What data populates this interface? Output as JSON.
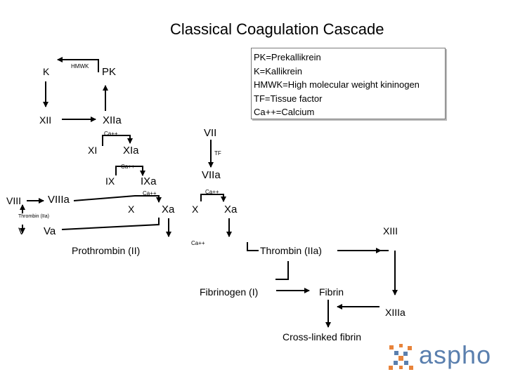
{
  "title": "Classical Coagulation Cascade",
  "legend": [
    "PK=Prekallikrein",
    "K=Kallikrein",
    "HMWK=High molecular weight kininogen",
    "TF=Tissue factor",
    "Ca++=Calcium"
  ],
  "nodes": {
    "K": "K",
    "HMWK": "HMWK",
    "PK": "PK",
    "XII": "XII",
    "XIIa": "XIIa",
    "ca1": "Ca++",
    "XI": "XI",
    "XIa": "XIa",
    "ca2": "Ca++",
    "IX": "IX",
    "IXa": "IXa",
    "VII": "VII",
    "TF": "TF",
    "VIIa": "VIIa",
    "VIII": "VIII",
    "VIIIa": "VIIIa",
    "ca3": "Ca++",
    "X1": "X",
    "Xa1": "Xa",
    "ca4": "Ca++",
    "X2": "X",
    "Xa2": "Xa",
    "thrombin_small": "Thrombin (IIa)",
    "V": "V",
    "Va": "Va",
    "XIII": "XIII",
    "ca5": "Ca++",
    "prothrombin": "Prothrombin (II)",
    "thrombin": "Thrombin (IIa)",
    "fibrinogen": "Fibrinogen (I)",
    "fibrin": "Fibrin",
    "XIIIa": "XIIIa",
    "crosslinked": "Cross-linked fibrin"
  },
  "logo": {
    "text": "aspho",
    "colors": [
      "#e8833a",
      "#5a7fae"
    ]
  }
}
